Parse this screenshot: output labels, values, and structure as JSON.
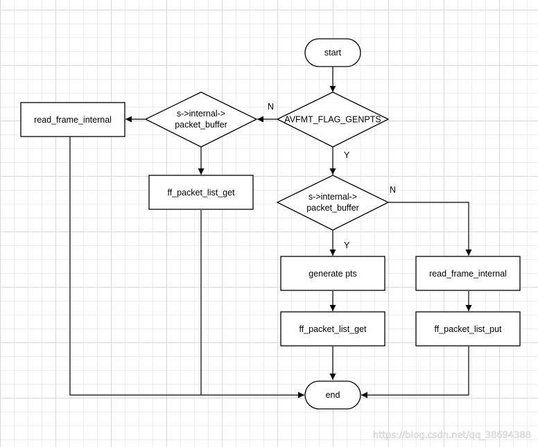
{
  "diagram": {
    "nodes": {
      "start": "start",
      "end": "end",
      "genpts_check": "AVFMT_FLAG_GENPTS",
      "buffer_check_left_line1": "s->internal->",
      "buffer_check_left_line2": "packet_buffer",
      "buffer_check_right_line1": "s->internal->",
      "buffer_check_right_line2": "packet_buffer",
      "read_frame_internal_left": "read_frame_internal",
      "ff_packet_list_get_left": "ff_packet_list_get",
      "generate_pts": "generate pts",
      "ff_packet_list_get_right": "ff_packet_list_get",
      "read_frame_internal_right": "read_frame_internal",
      "ff_packet_list_put": "ff_packet_list_put"
    },
    "edge_labels": {
      "genpts_no": "N",
      "genpts_yes": "Y",
      "buffer_no": "N",
      "buffer_yes": "Y"
    }
  },
  "watermark": "https://blog.csdn.net/qq_38694388"
}
